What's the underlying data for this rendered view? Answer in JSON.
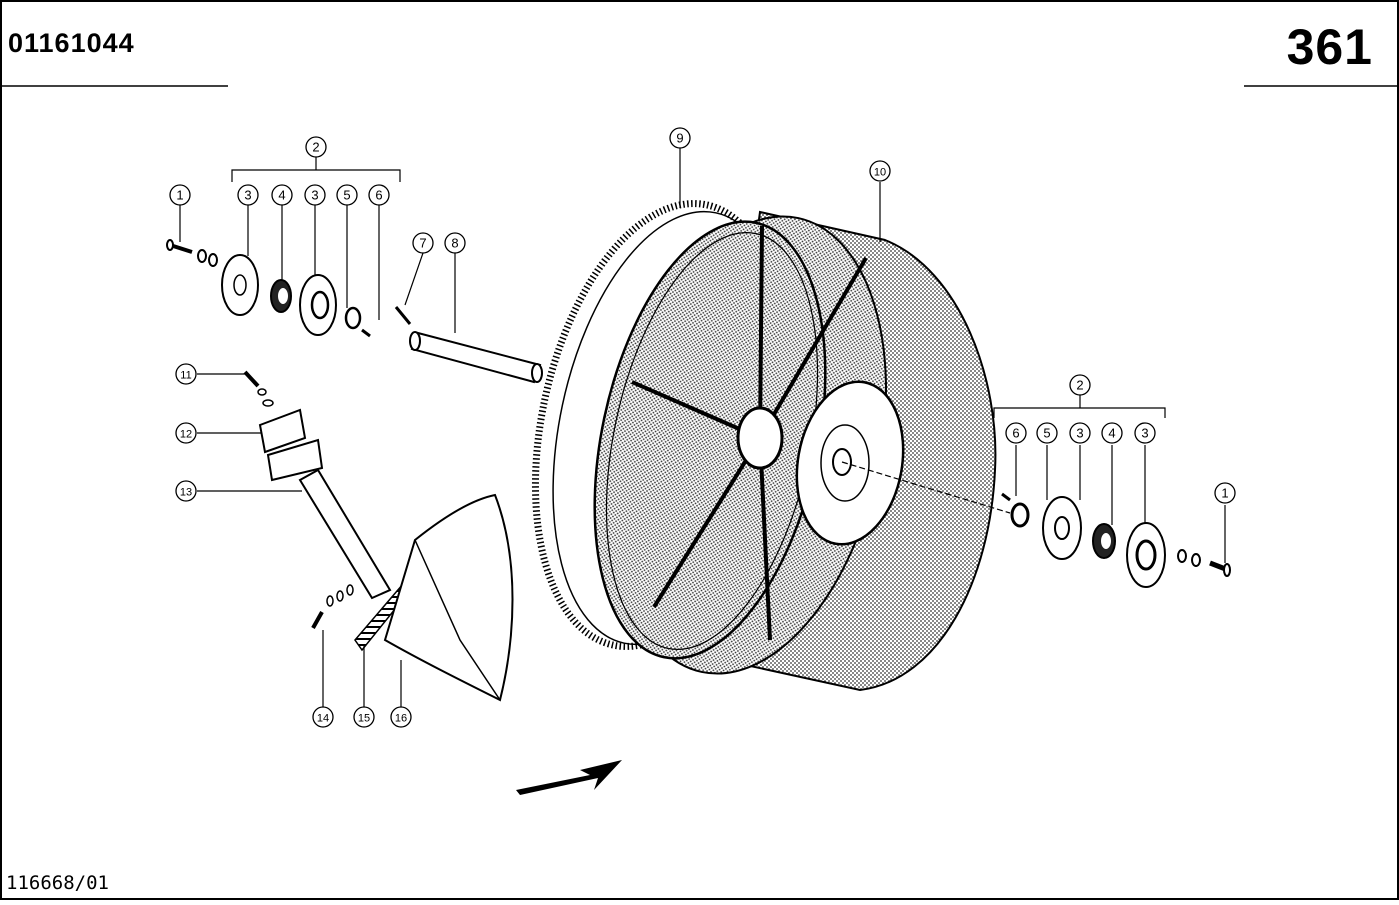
{
  "header": {
    "part_number": "01161044",
    "page_number": "361"
  },
  "footer": {
    "drawing_ref": "116668/01"
  },
  "callouts": [
    {
      "id": "c1a",
      "label": "1"
    },
    {
      "id": "c2a",
      "label": "2"
    },
    {
      "id": "c3a",
      "label": "3"
    },
    {
      "id": "c4a",
      "label": "4"
    },
    {
      "id": "c3b",
      "label": "3"
    },
    {
      "id": "c5a",
      "label": "5"
    },
    {
      "id": "c6a",
      "label": "6"
    },
    {
      "id": "c7",
      "label": "7"
    },
    {
      "id": "c8",
      "label": "8"
    },
    {
      "id": "c9",
      "label": "9"
    },
    {
      "id": "c10",
      "label": "10"
    },
    {
      "id": "c11",
      "label": "11"
    },
    {
      "id": "c12",
      "label": "12"
    },
    {
      "id": "c13",
      "label": "13"
    },
    {
      "id": "c14",
      "label": "14"
    },
    {
      "id": "c15",
      "label": "15"
    },
    {
      "id": "c16",
      "label": "16"
    },
    {
      "id": "c2b",
      "label": "2"
    },
    {
      "id": "c6b",
      "label": "6"
    },
    {
      "id": "c5b",
      "label": "5"
    },
    {
      "id": "c3c",
      "label": "3"
    },
    {
      "id": "c4b",
      "label": "4"
    },
    {
      "id": "c3d",
      "label": "3"
    },
    {
      "id": "c1b",
      "label": "1"
    }
  ]
}
